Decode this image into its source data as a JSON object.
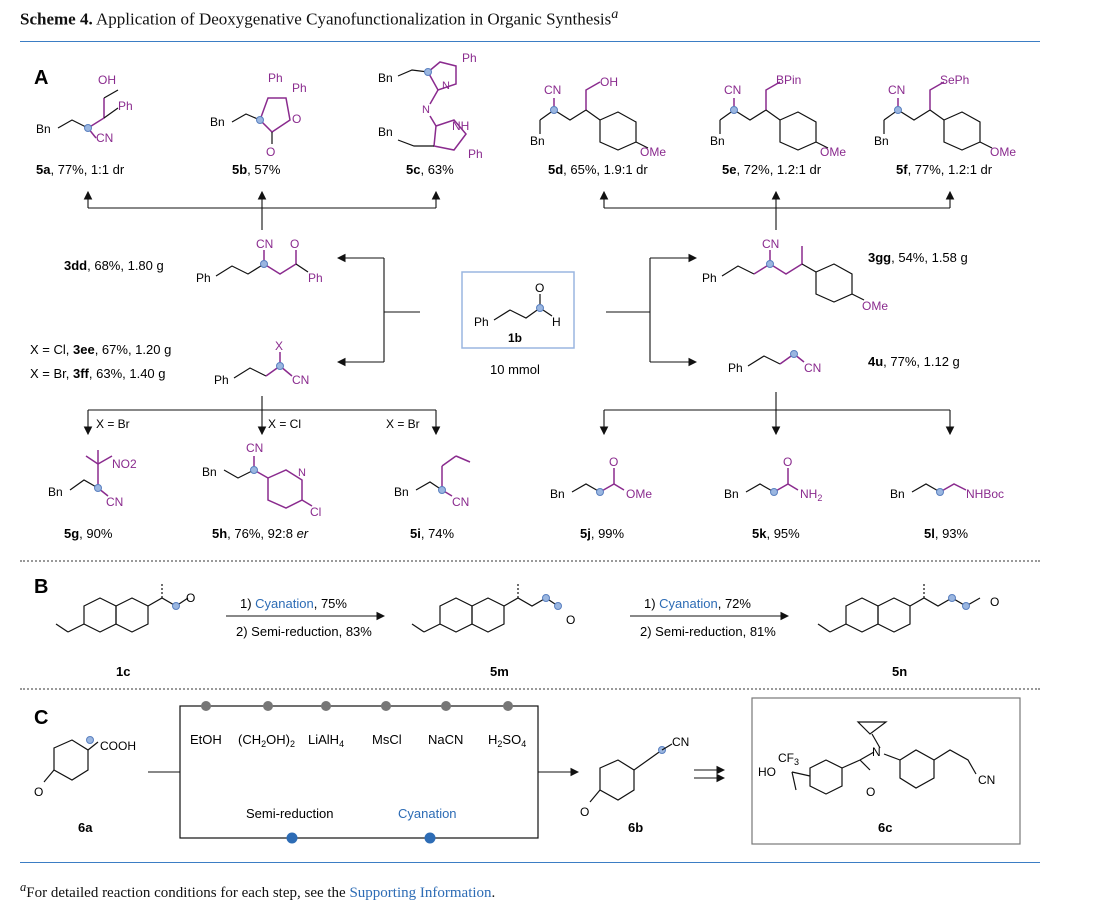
{
  "title": {
    "scheme": "Scheme 4.",
    "text": "Application of Deoxygenative Cyanofunctionalization in Organic Synthesis",
    "superscript": "a"
  },
  "sections": {
    "a": "A",
    "b": "B",
    "c": "C"
  },
  "panel_a": {
    "top_products": [
      {
        "id": "5a",
        "rest": ", 77%, 1:1 dr"
      },
      {
        "id": "5b",
        "rest": ", 57%"
      },
      {
        "id": "5c",
        "rest": ", 63%"
      },
      {
        "id": "5d",
        "rest": ", 65%, 1.9:1 dr"
      },
      {
        "id": "5e",
        "rest": ", 72%, 1.2:1 dr"
      },
      {
        "id": "5f",
        "rest": ", 77%, 1.2:1 dr"
      }
    ],
    "intermediates": {
      "3dd": {
        "id": "3dd",
        "rest": ", 68%, 1.80 g"
      },
      "3ee": {
        "prefix": "X = Cl, ",
        "id": "3ee",
        "rest": ", 67%, 1.20 g"
      },
      "3ff": {
        "prefix": "X = Br, ",
        "id": "3ff",
        "rest": ", 63%, 1.40 g"
      },
      "3gg": {
        "id": "3gg",
        "rest": ", 54%, 1.58 g"
      },
      "4u": {
        "id": "4u",
        "rest": ", 77%, 1.12 g"
      }
    },
    "start": {
      "id": "1b",
      "scale": "10 mmol"
    },
    "branch_labels": [
      "X = Br",
      "X = Cl",
      "X = Br"
    ],
    "bottom_products": [
      {
        "id": "5g",
        "rest": ", 90%"
      },
      {
        "id": "5h",
        "rest": ", 76%, 92:8 ",
        "italic": "er"
      },
      {
        "id": "5i",
        "rest": ", 74%"
      },
      {
        "id": "5j",
        "rest": ", 99%"
      },
      {
        "id": "5k",
        "rest": ", 95%"
      },
      {
        "id": "5l",
        "rest": ", 93%"
      }
    ],
    "atoms": {
      "oh": "OH",
      "ph": "Ph",
      "bn": "Bn",
      "cn": "CN",
      "o": "O",
      "n": "N",
      "nh": "NH",
      "ome": "OMe",
      "bpin": "BPin",
      "seph": "SePh",
      "x": "X",
      "h": "H",
      "no2": "NO2",
      "cl": "Cl",
      "nhboc": "NHBoc"
    }
  },
  "panel_b": {
    "step1": {
      "prefix": "1) ",
      "highlight": "Cyanation",
      "rest": ", 75%"
    },
    "step2": "2) Semi-reduction, 83%",
    "step3": {
      "prefix": "1) ",
      "highlight": "Cyanation",
      "rest": ", 72%"
    },
    "step4": "2) Semi-reduction, 81%",
    "compounds": [
      "1c",
      "5m",
      "5n"
    ]
  },
  "panel_c": {
    "reagents": [
      "EtOH",
      "(CH2OH)2",
      "LiAlH4",
      "MsCl",
      "NaCN",
      "H2SO4"
    ],
    "labels": {
      "semi": "Semi-reduction",
      "cyan": "Cyanation"
    },
    "compounds": [
      "6a",
      "6b",
      "6c"
    ],
    "atoms": {
      "cooh": "COOH",
      "cn": "CN",
      "ho": "HO",
      "cf3": "CF3",
      "n": "N",
      "o": "O"
    }
  },
  "footnote": {
    "superscript": "a",
    "text": "For detailed reaction conditions for each step, see the ",
    "link": "Supporting Information",
    "end": "."
  }
}
